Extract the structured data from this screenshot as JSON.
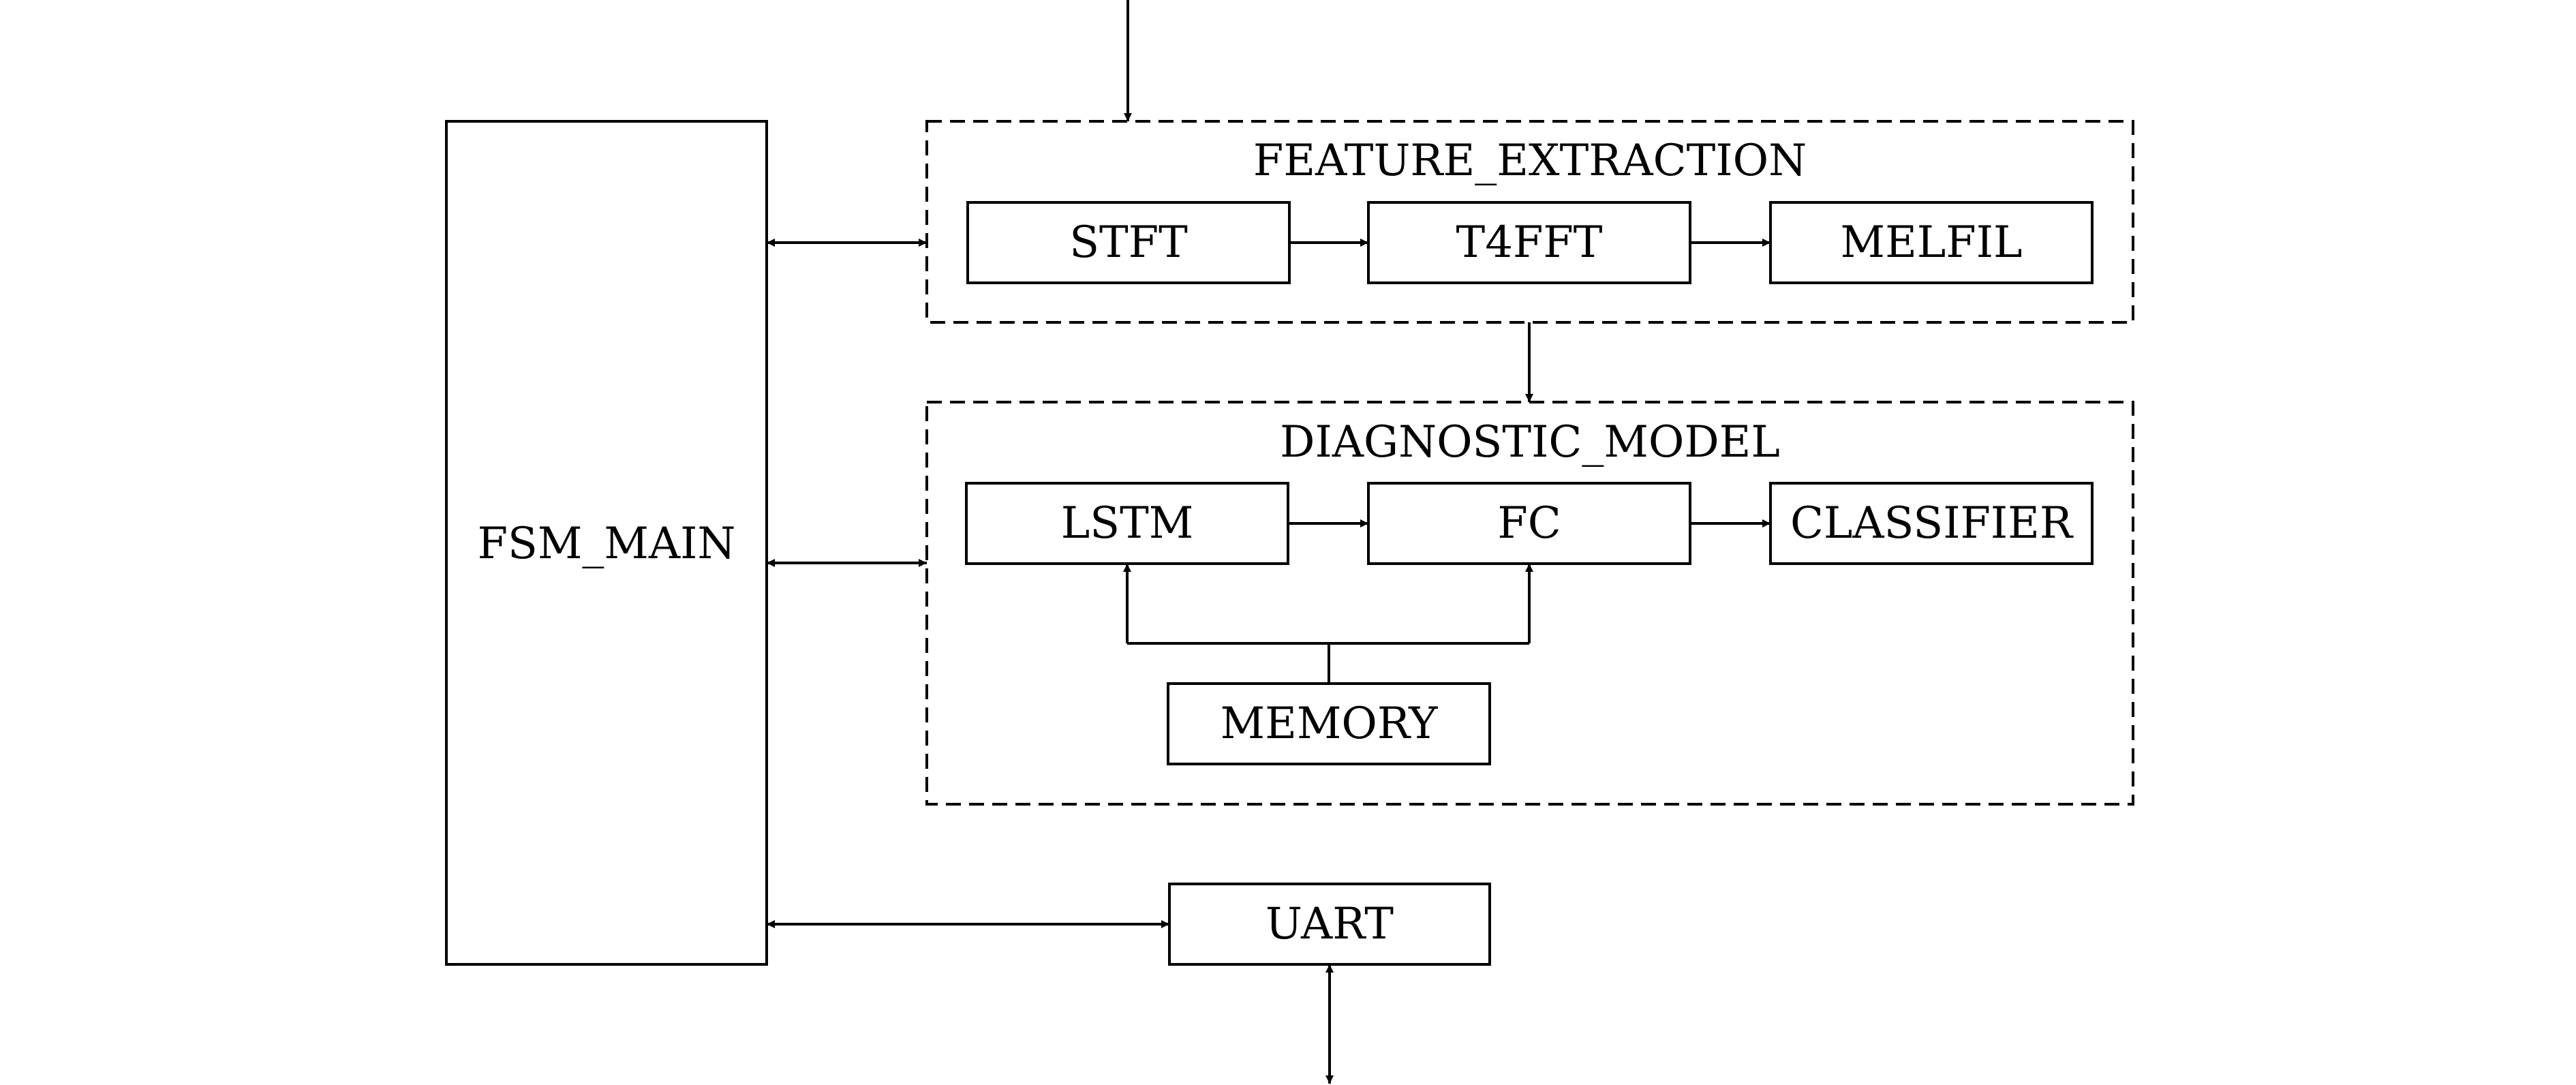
{
  "blocks": {
    "fsm_main": "FSM_MAIN",
    "feature_extraction": "FEATURE_EXTRACTION",
    "stft": "STFT",
    "t4fft": "T4FFT",
    "melfil": "MELFIL",
    "diagnostic_model": "DIAGNOSTIC_MODEL",
    "lstm": "LSTM",
    "fc": "FC",
    "classifier": "CLASSIFIER",
    "memory": "MEMORY",
    "uart": "UART"
  },
  "colors": {
    "stroke": "#000000",
    "fill": "#ffffff"
  }
}
